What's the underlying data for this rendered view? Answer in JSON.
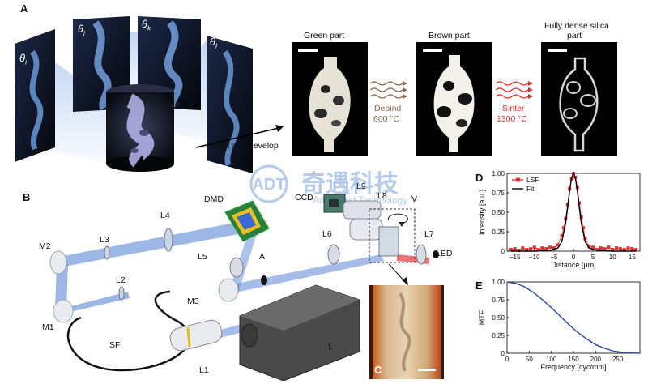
{
  "panel_a": {
    "letter": "A",
    "thetas": [
      "θ",
      "θ",
      "θ",
      "θ"
    ],
    "theta_subs": [
      "i",
      "j",
      "k",
      "l"
    ],
    "print_label": "Print and develop",
    "green_title": "Green part",
    "brown_title": "Brown part",
    "silica_title_1": "Fully dense silica",
    "silica_title_2": "part",
    "debind_1": "Debind",
    "debind_2": "600 °C",
    "sinter_1": "Sinter",
    "sinter_2": "1300 °C",
    "debind_color": "#8b6a4a",
    "sinter_color": "#e0302b"
  },
  "panel_b": {
    "letter": "B",
    "optics": [
      "DMD",
      "CCD",
      "L9",
      "L8",
      "V",
      "L4",
      "L3",
      "M2",
      "L6",
      "L7",
      "LED",
      "L5",
      "A",
      "L2",
      "M3",
      "M1",
      "SF",
      "L",
      "L1"
    ]
  },
  "panel_c": {
    "letter": "C"
  },
  "watermark": {
    "cn": "奇遇科技",
    "en": "Advanced Technology"
  },
  "chart_data": [
    {
      "type": "line",
      "panel": "D",
      "xlabel": "Distance [μm]",
      "ylabel": "Intensity [a.u.]",
      "xlim": [
        -17,
        17
      ],
      "ylim": [
        0,
        1
      ],
      "xticks": [
        "−15",
        "−10",
        "−5",
        "0",
        "5",
        "10",
        "15"
      ],
      "yticks": [
        "0",
        "0.25",
        "0.50",
        "0.75",
        "1.00"
      ],
      "legend_position": "top-left",
      "series": [
        {
          "name": "LSF",
          "color": "#e03030",
          "marker": "square",
          "x": [
            -16,
            -15,
            -14,
            -13,
            -12,
            -11,
            -10,
            -9,
            -8,
            -7,
            -6,
            -5,
            -4,
            -3,
            -2.5,
            -2,
            -1.5,
            -1,
            -0.5,
            0,
            0.5,
            1,
            1.5,
            2,
            2.5,
            3,
            4,
            5,
            6,
            7,
            8,
            9,
            10,
            11,
            12,
            13,
            14,
            15,
            16
          ],
          "y": [
            0.02,
            0.03,
            0.01,
            0.04,
            0.02,
            0.03,
            0.05,
            0.02,
            0.04,
            0.03,
            0.05,
            0.04,
            0.08,
            0.2,
            0.3,
            0.42,
            0.6,
            0.8,
            0.93,
            1.0,
            0.95,
            0.82,
            0.62,
            0.44,
            0.3,
            0.16,
            0.06,
            0.05,
            0.02,
            0.04,
            0.03,
            0.05,
            0.02,
            0.04,
            0.03,
            0.02,
            0.04,
            0.03,
            0.02
          ]
        },
        {
          "name": "Fit",
          "color": "#000000",
          "x": [
            -16,
            -10,
            -6,
            -4,
            -3,
            -2,
            -1.5,
            -1,
            -0.5,
            0,
            0.5,
            1,
            1.5,
            2,
            3,
            4,
            6,
            10,
            16
          ],
          "y": [
            0,
            0,
            0.01,
            0.04,
            0.12,
            0.36,
            0.56,
            0.77,
            0.94,
            1.0,
            0.94,
            0.77,
            0.56,
            0.36,
            0.12,
            0.04,
            0.01,
            0,
            0
          ]
        }
      ]
    },
    {
      "type": "line",
      "panel": "E",
      "xlabel": "Frequency [cyc/mm]",
      "ylabel": "MTF",
      "xlim": [
        0,
        300
      ],
      "ylim": [
        0,
        1
      ],
      "xticks": [
        "0",
        "50",
        "100",
        "150",
        "200",
        "250"
      ],
      "yticks": [
        "0",
        "0.25",
        "0.50",
        "0.75",
        "1.00"
      ],
      "series": [
        {
          "color": "#2b4aa0",
          "x": [
            0,
            20,
            40,
            60,
            80,
            100,
            120,
            140,
            160,
            180,
            200,
            220,
            240,
            260,
            280,
            300
          ],
          "y": [
            1.0,
            0.98,
            0.93,
            0.85,
            0.75,
            0.64,
            0.52,
            0.4,
            0.29,
            0.2,
            0.12,
            0.07,
            0.03,
            0.01,
            0.005,
            0.0
          ]
        }
      ]
    }
  ]
}
